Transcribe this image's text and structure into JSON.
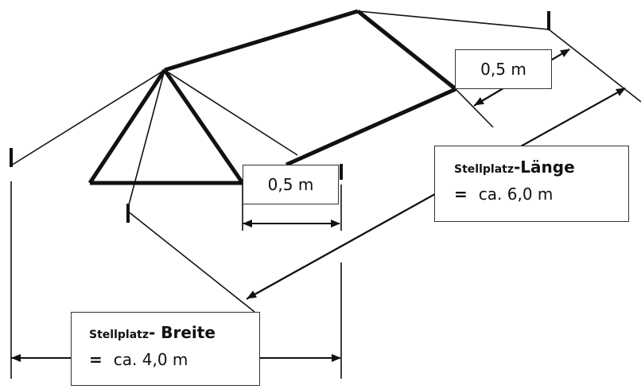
{
  "labels": {
    "half_margin_right": "0,5 m",
    "half_margin_left": "0,5 m",
    "length_prefix": "Stellplatz",
    "length_title": "-Länge",
    "length_eq": "=",
    "length_value": "ca. 6,0 m",
    "width_prefix": "Stellplatz",
    "width_title": "- Breite",
    "width_eq": "=",
    "width_value": "ca. 4,0 m"
  },
  "colors": {
    "line": "#111111",
    "background": "#ffffff"
  }
}
